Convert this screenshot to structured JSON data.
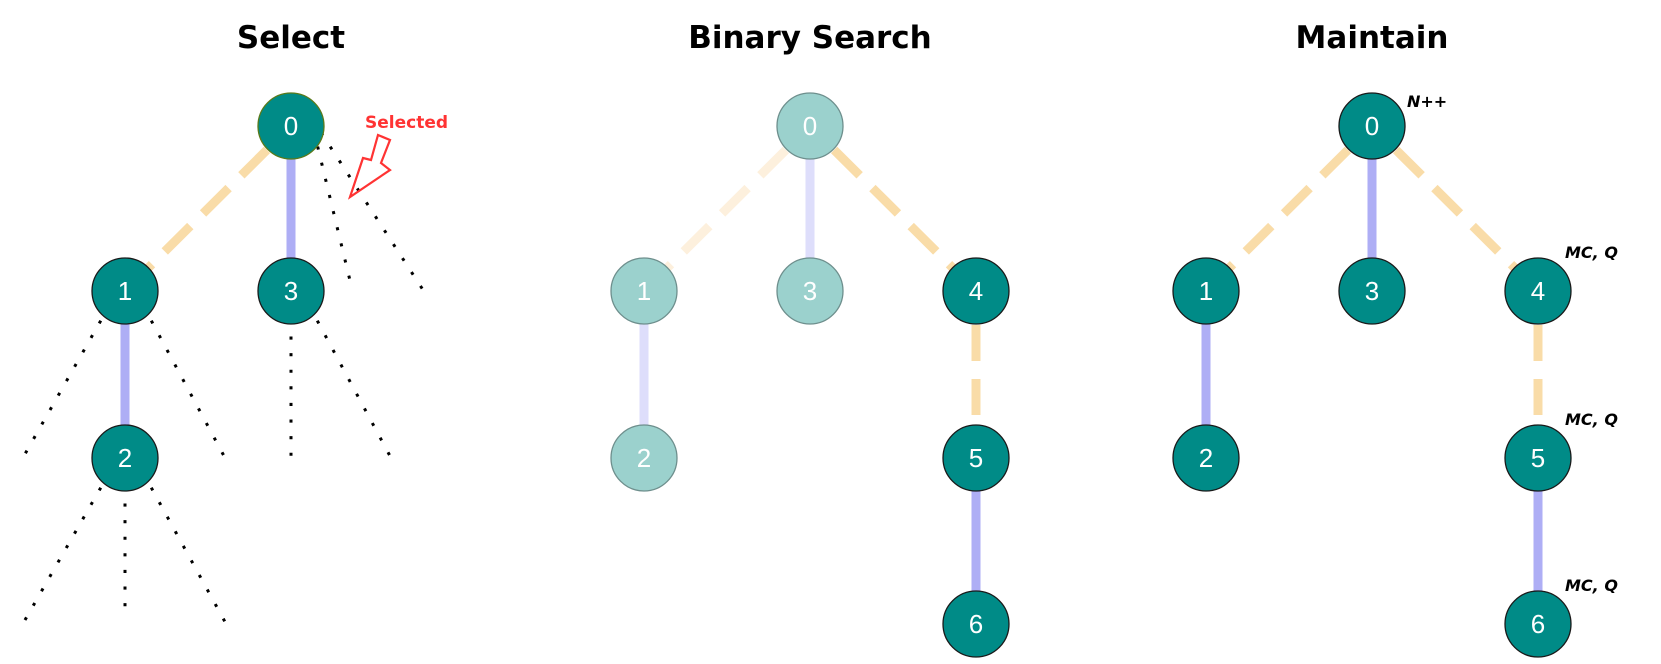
{
  "colors": {
    "node_active": "#008b87",
    "node_faded": "#9bd1cd",
    "node_stroke": "#1a1a1a",
    "node_faded_stroke": "#6e8f8d",
    "root_selected_stroke": "#5a7a1a",
    "solid_edge": "#aeaef5",
    "solid_edge_faded": "#dedefb",
    "dashed_edge": "#f9dca8",
    "dashed_edge_faded": "#fdf0dd",
    "dotted": "#000000",
    "selected": "#ff3333"
  },
  "panels": [
    {
      "id": "select",
      "title": "Select",
      "nodes": [
        {
          "id": "0",
          "label": "0",
          "state": "selected-root"
        },
        {
          "id": "1",
          "label": "1",
          "state": "active"
        },
        {
          "id": "3",
          "label": "3",
          "state": "active"
        },
        {
          "id": "2",
          "label": "2",
          "state": "active"
        }
      ],
      "edges": [
        {
          "from": "0",
          "to": "1",
          "style": "dashed"
        },
        {
          "from": "0",
          "to": "3",
          "style": "solid"
        },
        {
          "from": "1",
          "to": "2",
          "style": "solid"
        }
      ],
      "annotation": {
        "text": "Selected",
        "icon": "hollow-arrow-down-left-icon"
      }
    },
    {
      "id": "binary-search",
      "title": "Binary Search",
      "nodes": [
        {
          "id": "0",
          "label": "0",
          "state": "faded"
        },
        {
          "id": "1",
          "label": "1",
          "state": "faded"
        },
        {
          "id": "3",
          "label": "3",
          "state": "faded"
        },
        {
          "id": "4",
          "label": "4",
          "state": "active"
        },
        {
          "id": "2",
          "label": "2",
          "state": "faded"
        },
        {
          "id": "5",
          "label": "5",
          "state": "active"
        },
        {
          "id": "6",
          "label": "6",
          "state": "active"
        }
      ],
      "edges": [
        {
          "from": "0",
          "to": "1",
          "style": "dashed-faded"
        },
        {
          "from": "0",
          "to": "3",
          "style": "solid-faded"
        },
        {
          "from": "0",
          "to": "4",
          "style": "dashed"
        },
        {
          "from": "1",
          "to": "2",
          "style": "solid-faded"
        },
        {
          "from": "4",
          "to": "5",
          "style": "dashed"
        },
        {
          "from": "5",
          "to": "6",
          "style": "solid"
        }
      ]
    },
    {
      "id": "maintain",
      "title": "Maintain",
      "nodes": [
        {
          "id": "0",
          "label": "0",
          "state": "active",
          "note": "N++"
        },
        {
          "id": "1",
          "label": "1",
          "state": "active"
        },
        {
          "id": "3",
          "label": "3",
          "state": "active"
        },
        {
          "id": "4",
          "label": "4",
          "state": "active",
          "note": "MC, Q"
        },
        {
          "id": "2",
          "label": "2",
          "state": "active"
        },
        {
          "id": "5",
          "label": "5",
          "state": "active",
          "note": "MC, Q"
        },
        {
          "id": "6",
          "label": "6",
          "state": "active",
          "note": "MC, Q"
        }
      ],
      "edges": [
        {
          "from": "0",
          "to": "1",
          "style": "dashed"
        },
        {
          "from": "0",
          "to": "3",
          "style": "solid"
        },
        {
          "from": "0",
          "to": "4",
          "style": "dashed"
        },
        {
          "from": "1",
          "to": "2",
          "style": "solid"
        },
        {
          "from": "4",
          "to": "5",
          "style": "dashed"
        },
        {
          "from": "5",
          "to": "6",
          "style": "solid"
        }
      ]
    }
  ]
}
